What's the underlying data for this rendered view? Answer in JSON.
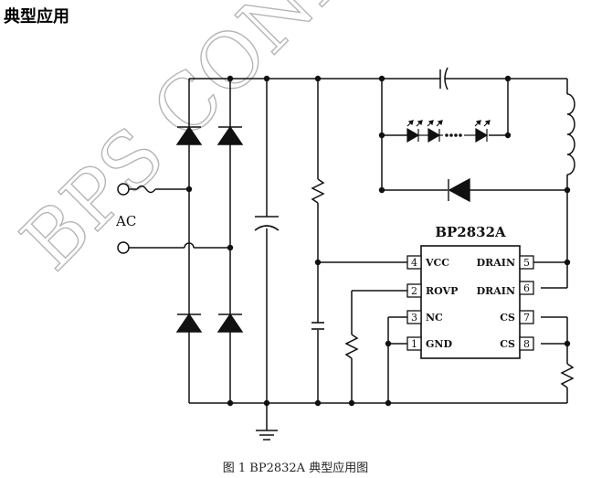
{
  "section_title": "典型应用",
  "watermark": "BPS CONF",
  "ic": {
    "name": "BP2832A",
    "pins": [
      {
        "num": "4",
        "label": "VCC"
      },
      {
        "num": "2",
        "label": "ROVP"
      },
      {
        "num": "3",
        "label": "NC"
      },
      {
        "num": "1",
        "label": "GND"
      },
      {
        "num": "5",
        "label": "DRAIN"
      },
      {
        "num": "6",
        "label": "DRAIN"
      },
      {
        "num": "7",
        "label": "CS"
      },
      {
        "num": "8",
        "label": "CS"
      }
    ]
  },
  "ac_label": "AC",
  "caption": "图 1 BP2832A 典型应用图",
  "colors": {
    "line": "#111111",
    "watermark": "#c8c8c8"
  }
}
